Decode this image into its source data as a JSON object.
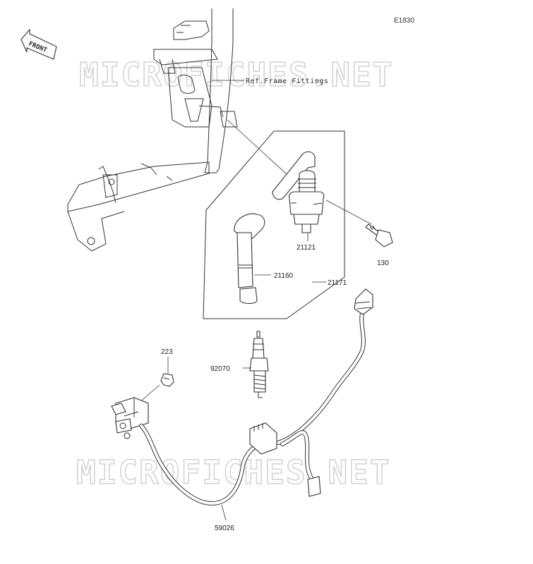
{
  "diagram": {
    "code": "E1830",
    "front_label": "FRONT",
    "reference_label": "Ref.Frame Fittings",
    "watermark": "MICROFICHES.NET",
    "parts": {
      "p21121": "21121",
      "p21160": "21160",
      "p21171": "21171",
      "p130": "130",
      "p223": "223",
      "p92070": "92070",
      "p59026": "59026"
    }
  }
}
